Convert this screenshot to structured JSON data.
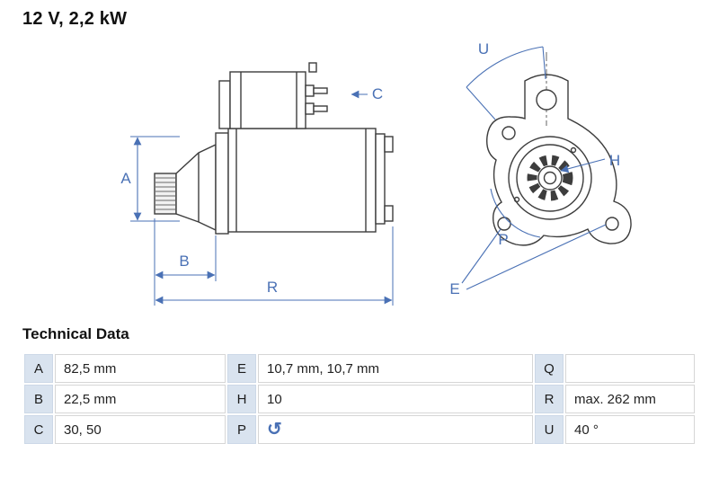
{
  "header": {
    "title": "12 V, 2,2 kW"
  },
  "diagram": {
    "accent_color": "#4a71b5",
    "line_color": "#3d3d3d",
    "dimension_labels": {
      "A": "A",
      "B": "B",
      "C": "C",
      "R": "R",
      "U": "U",
      "H": "H",
      "P": "P",
      "E": "E"
    }
  },
  "technical_data": {
    "heading": "Technical Data",
    "rows": [
      {
        "cells": [
          {
            "key": "A",
            "value": "82,5 mm"
          },
          {
            "key": "E",
            "value": "10,7 mm, 10,7 mm"
          },
          {
            "key": "Q",
            "value": ""
          }
        ]
      },
      {
        "cells": [
          {
            "key": "B",
            "value": "22,5 mm"
          },
          {
            "key": "H",
            "value": "10"
          },
          {
            "key": "R",
            "value": "max. 262 mm"
          }
        ]
      },
      {
        "cells": [
          {
            "key": "C",
            "value": "30, 50"
          },
          {
            "key": "P",
            "value": "",
            "icon": "↺"
          },
          {
            "key": "U",
            "value": "40 °"
          }
        ]
      }
    ]
  }
}
